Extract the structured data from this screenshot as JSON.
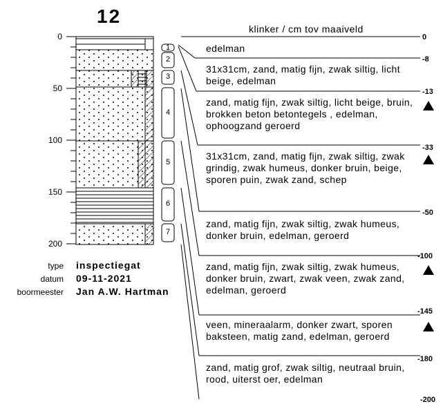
{
  "title": "12",
  "axis": {
    "ticks": [
      "0",
      "50",
      "100",
      "150",
      "200"
    ]
  },
  "meta": {
    "type_label": "type",
    "type_value": "inspectiegat",
    "date_label": "datum",
    "date_value": "09-11-2021",
    "driller_label": "boormeester",
    "driller_value": "Jan A.W. Hartman"
  },
  "header": "klinker / cm tov maaiveld",
  "layers": [
    {
      "num": "1",
      "desc": "edelman",
      "depth": "0"
    },
    {
      "num": "2",
      "desc": "31x31cm, zand, matig fijn, zwak siltig, licht beige, edelman",
      "depth": "-8"
    },
    {
      "num": "3",
      "desc": "zand, matig fijn, zwak siltig, licht beige, bruin, brokken beton betontegels , edelman, ophoogzand geroerd",
      "depth": "-13"
    },
    {
      "num": "4",
      "desc": "31x31cm, zand, matig fijn, zwak siltig, zwak grindig, zwak humeus, donker bruin, beige, sporen puin, zwak zand, schep",
      "depth": "-33"
    },
    {
      "num": "5",
      "desc": "zand, matig fijn, zwak siltig, zwak humeus, donker bruin, edelman, geroerd",
      "depth": "-50"
    },
    {
      "num": "6",
      "desc": "zand, matig fijn, zwak siltig, zwak humeus, donker bruin, zwart, zwak veen, zwak zand, edelman, geroerd",
      "depth": "-100"
    },
    {
      "num": "7",
      "desc": "veen, mineraalarm, donker zwart, sporen baksteen, matig zand, edelman, geroerd",
      "depth": "-145"
    }
  ],
  "last_desc": "zand, matig grof, zwak siltig, neutraal bruin, rood, uiterst oer, edelman",
  "extra_depths": [
    "-180",
    "-200"
  ],
  "sample_marker_icon": "triangle-up-icon"
}
